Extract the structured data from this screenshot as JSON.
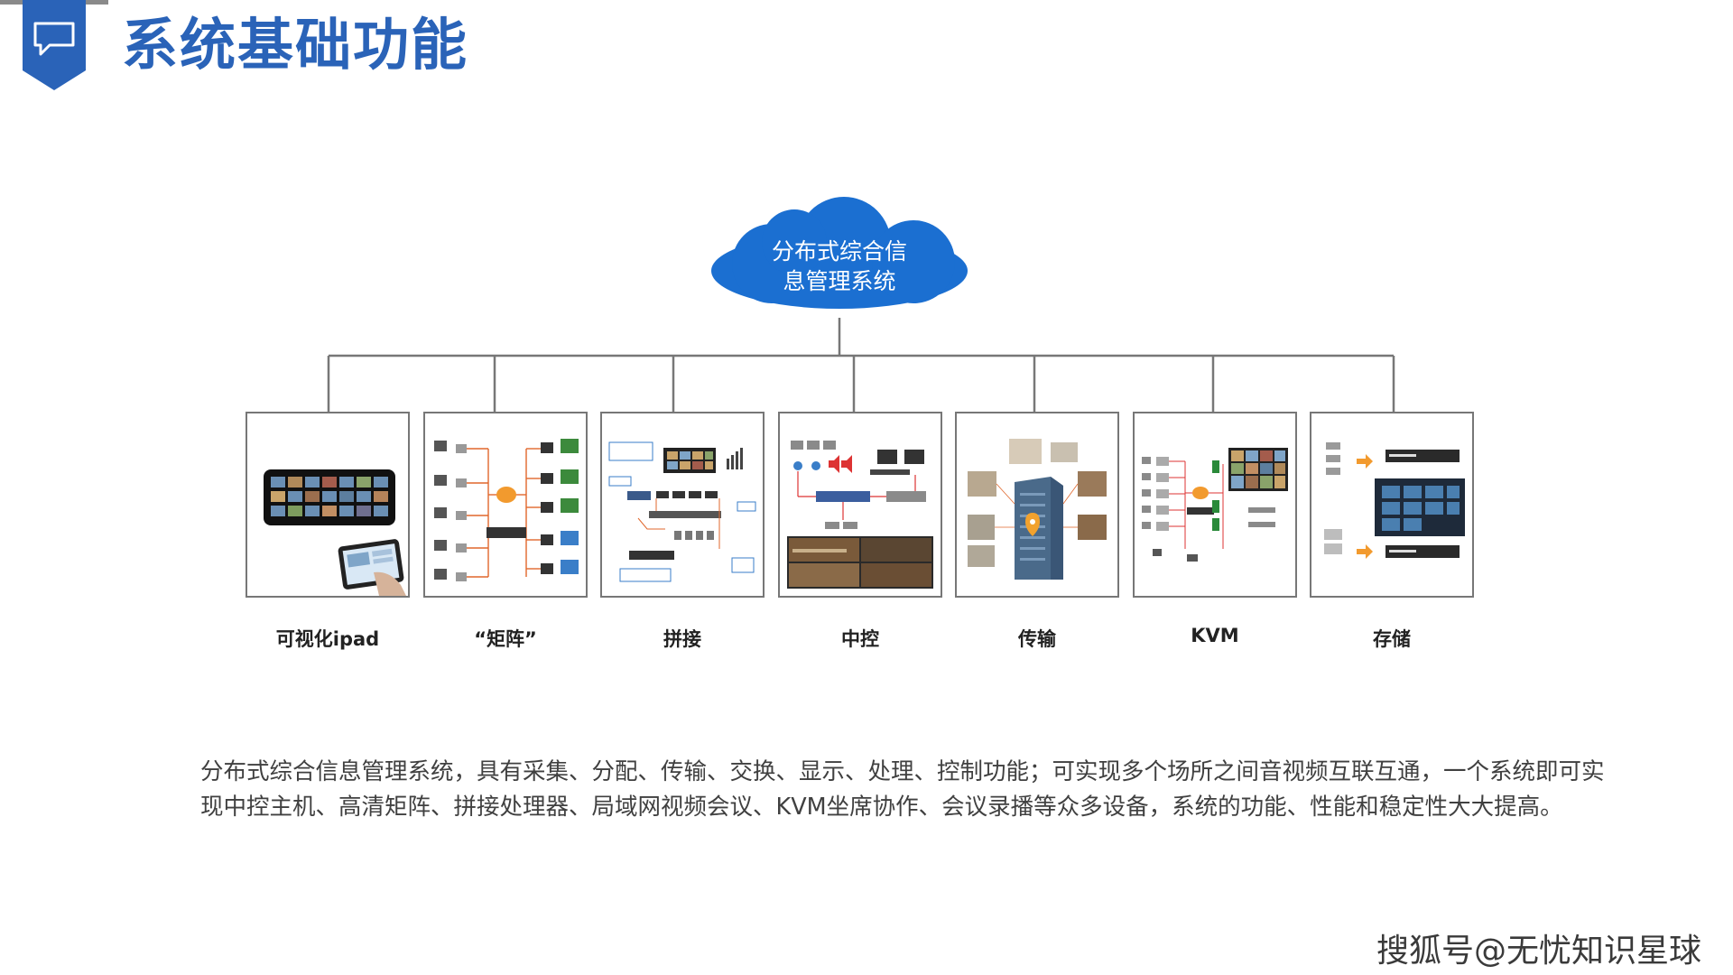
{
  "header": {
    "title": "系统基础功能",
    "icon": "chat-bubble-icon",
    "accent_color": "#2a63b8"
  },
  "diagram": {
    "root": {
      "line1": "分布式综合信",
      "line2": "息管理系统",
      "shape": "cloud",
      "color": "#1b6fd1"
    },
    "modules": [
      {
        "label": "可视化ipad"
      },
      {
        "label": "“矩阵”"
      },
      {
        "label": "拼接"
      },
      {
        "label": "中控"
      },
      {
        "label": "传输"
      },
      {
        "label": "KVM"
      },
      {
        "label": "存储"
      }
    ]
  },
  "description": "分布式综合信息管理系统，具有采集、分配、传输、交换、显示、处理、控制功能；可实现多个场所之间音视频互联互通，一个系统即可实现中控主机、高清矩阵、拼接处理器、局域网视频会议、KVM坐席协作、会议录播等众多设备，系统的功能、性能和稳定性大大提高。",
  "watermark": "搜狐号@无忧知识星球"
}
